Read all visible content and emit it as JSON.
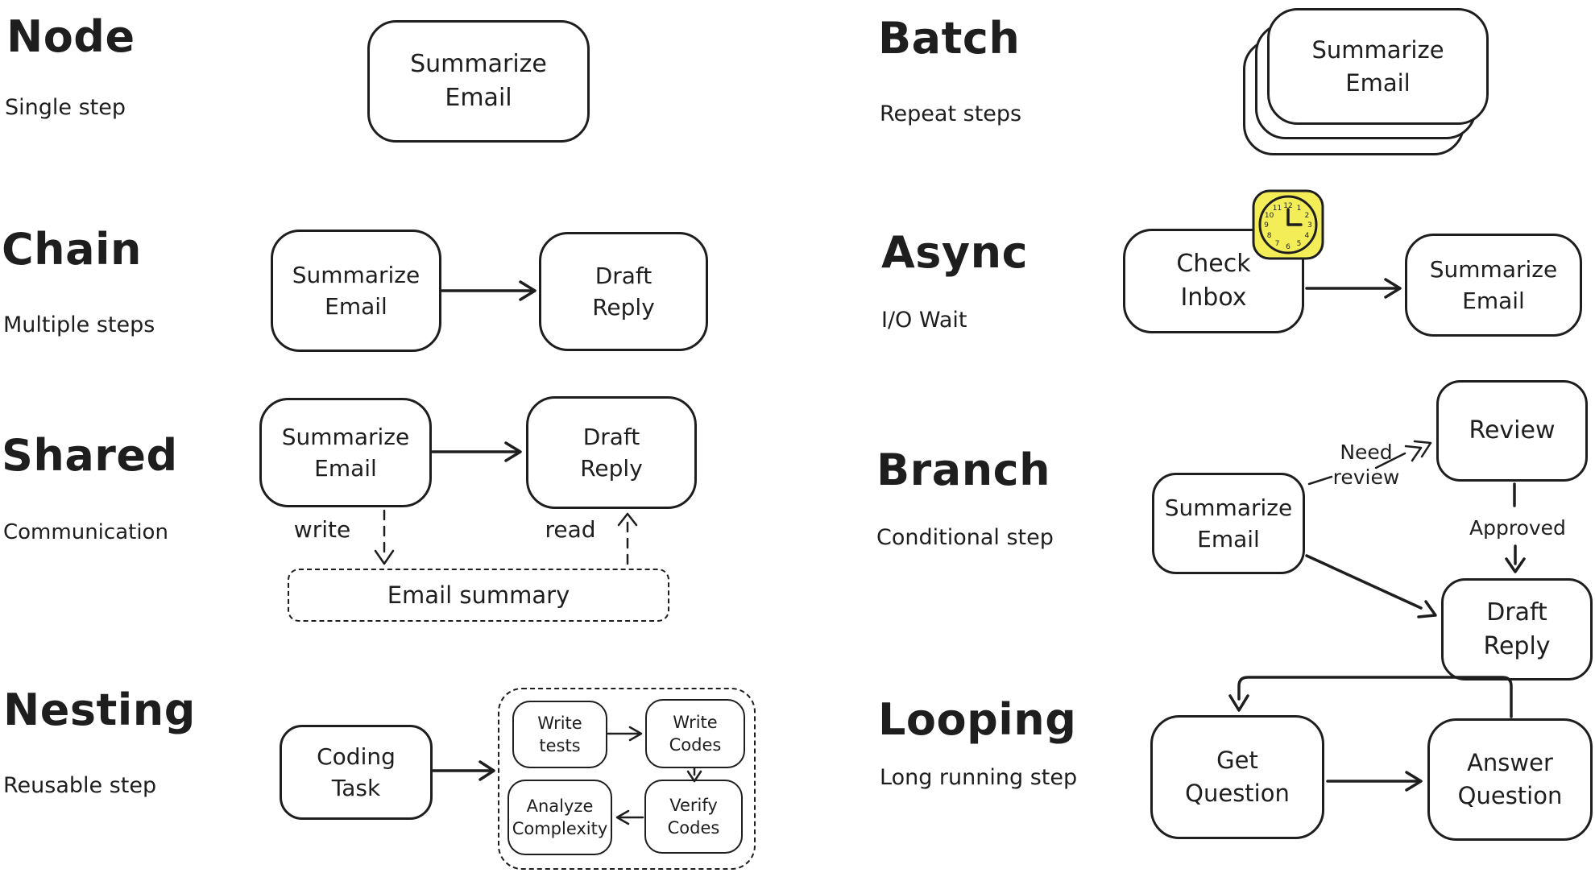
{
  "colors": {
    "ink": "#1e1e1e",
    "background": "#ffffff",
    "clock_fill": "#f3ee58"
  },
  "sections": {
    "node": {
      "title": "Node",
      "subtitle": "Single step",
      "boxes": {
        "summarize": "Summarize\nEmail"
      }
    },
    "chain": {
      "title": "Chain",
      "subtitle": "Multiple steps",
      "boxes": {
        "summarize": "Summarize\nEmail",
        "draft": "Draft\nReply"
      }
    },
    "shared": {
      "title": "Shared",
      "subtitle": "Communication",
      "boxes": {
        "summarize": "Summarize\nEmail",
        "draft": "Draft\nReply",
        "store": "Email summary"
      },
      "labels": {
        "write": "write",
        "read": "read"
      }
    },
    "nesting": {
      "title": "Nesting",
      "subtitle": "Reusable step",
      "boxes": {
        "coding": "Coding\nTask",
        "write_tests": "Write\ntests",
        "write_codes": "Write\nCodes",
        "verify_codes": "Verify\nCodes",
        "analyze_complexity": "Analyze\nComplexity"
      }
    },
    "batch": {
      "title": "Batch",
      "subtitle": "Repeat steps",
      "boxes": {
        "summarize": "Summarize\nEmail"
      }
    },
    "async": {
      "title": "Async",
      "subtitle": "I/O Wait",
      "boxes": {
        "check": "Check\nInbox",
        "summarize": "Summarize\nEmail"
      },
      "icon": "clock-icon",
      "clock_numbers": [
        "12",
        "1",
        "2",
        "3",
        "4",
        "5",
        "6",
        "7",
        "8",
        "9",
        "10",
        "11"
      ]
    },
    "branch": {
      "title": "Branch",
      "subtitle": "Conditional step",
      "boxes": {
        "summarize": "Summarize\nEmail",
        "review": "Review",
        "draft": "Draft\nReply"
      },
      "labels": {
        "need_review": "Need\nreview",
        "approved": "Approved"
      }
    },
    "looping": {
      "title": "Looping",
      "subtitle": "Long running step",
      "boxes": {
        "get": "Get\nQuestion",
        "answer": "Answer\nQuestion"
      }
    }
  }
}
